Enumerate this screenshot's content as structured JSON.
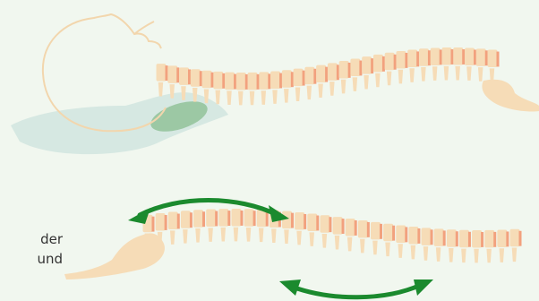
{
  "caption": {
    "line1": "der",
    "line2": "und"
  },
  "colors": {
    "background": "#f1f7ef",
    "bone": "#f6dcb7",
    "disc": "#f2a17e",
    "head_outline": "#f2d6ad",
    "shadow": "#d6e8e2",
    "lung": "#9cc8a4",
    "arrow": "#1b8a2e"
  },
  "icons": [
    "head-outline",
    "spine-upper",
    "spine-lower",
    "double-arrow-upper",
    "double-arrow-lower"
  ]
}
